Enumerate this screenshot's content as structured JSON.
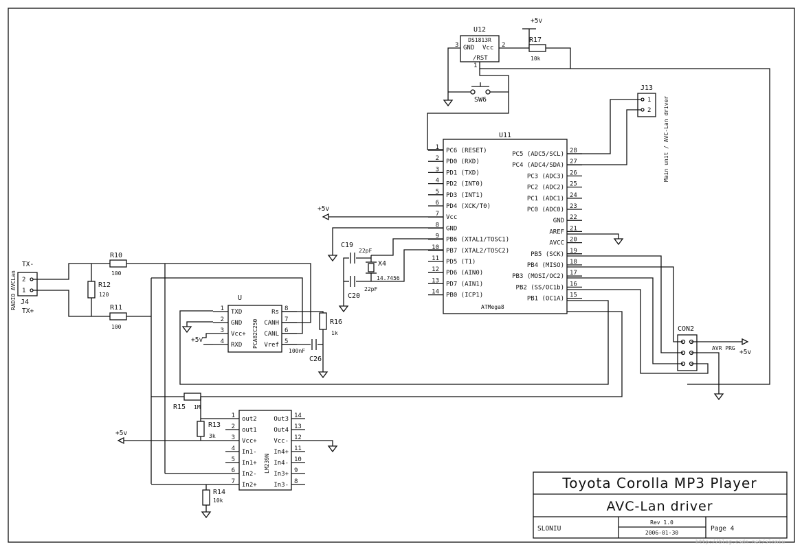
{
  "title_block": {
    "title": "Toyota Corolla MP3 Player",
    "subtitle": "AVC-Lan driver",
    "author": "SLONIU",
    "rev": "Rev 1.0",
    "date": "2006-01-30",
    "page": "Page 4"
  },
  "u11": {
    "ref": "U11",
    "part": "ATMega8",
    "left_pins": [
      {
        "num": "1",
        "name": "PC6 (RESET)"
      },
      {
        "num": "2",
        "name": "PD0 (RXD)"
      },
      {
        "num": "3",
        "name": "PD1 (TXD)"
      },
      {
        "num": "4",
        "name": "PD2 (INT0)"
      },
      {
        "num": "5",
        "name": "PD3 (INT1)"
      },
      {
        "num": "6",
        "name": "PD4 (XCK/T0)"
      },
      {
        "num": "7",
        "name": "Vcc"
      },
      {
        "num": "8",
        "name": "GND"
      },
      {
        "num": "9",
        "name": "PB6 (XTAL1/TOSC1)"
      },
      {
        "num": "10",
        "name": "PB7 (XTAL2/TOSC2)"
      },
      {
        "num": "11",
        "name": "PD5 (T1)"
      },
      {
        "num": "12",
        "name": "PD6 (AIN0)"
      },
      {
        "num": "13",
        "name": "PD7 (AIN1)"
      },
      {
        "num": "14",
        "name": "PB0 (ICP1)"
      }
    ],
    "right_pins": [
      {
        "num": "28",
        "name": "PC5 (ADC5/SCL)"
      },
      {
        "num": "27",
        "name": "PC4 (ADC4/SDA)"
      },
      {
        "num": "26",
        "name": "PC3 (ADC3)"
      },
      {
        "num": "25",
        "name": "PC2 (ADC2)"
      },
      {
        "num": "24",
        "name": "PC1 (ADC1)"
      },
      {
        "num": "23",
        "name": "PC0 (ADC0)"
      },
      {
        "num": "22",
        "name": "GND"
      },
      {
        "num": "21",
        "name": "AREF"
      },
      {
        "num": "20",
        "name": "AVCC"
      },
      {
        "num": "19",
        "name": "PB5 (SCK)"
      },
      {
        "num": "18",
        "name": "PB4 (MISO)"
      },
      {
        "num": "17",
        "name": "PB3 (MOSI/OC2)"
      },
      {
        "num": "16",
        "name": "PB2 (SS/OC1b)"
      },
      {
        "num": "15",
        "name": "PB1 (OC1A)"
      }
    ]
  },
  "u": {
    "ref": "U",
    "part": "PCA82C250",
    "left_pins": [
      {
        "num": "1",
        "name": "TXD"
      },
      {
        "num": "2",
        "name": "GND"
      },
      {
        "num": "3",
        "name": "Vcc+"
      },
      {
        "num": "4",
        "name": "RXD"
      }
    ],
    "right_pins": [
      {
        "num": "8",
        "name": "Rs"
      },
      {
        "num": "7",
        "name": "CANH"
      },
      {
        "num": "6",
        "name": "CANL"
      },
      {
        "num": "5",
        "name": "Vref"
      }
    ]
  },
  "lm": {
    "ref": "",
    "part": "LM239N",
    "left_pins": [
      {
        "num": "1",
        "name": "out2"
      },
      {
        "num": "2",
        "name": "out1"
      },
      {
        "num": "3",
        "name": "Vcc+"
      },
      {
        "num": "4",
        "name": "In1-"
      },
      {
        "num": "5",
        "name": "In1+"
      },
      {
        "num": "6",
        "name": "In2-"
      },
      {
        "num": "7",
        "name": "In2+"
      }
    ],
    "right_pins": [
      {
        "num": "14",
        "name": "Out3"
      },
      {
        "num": "13",
        "name": "Out4"
      },
      {
        "num": "12",
        "name": "Vcc-"
      },
      {
        "num": "11",
        "name": "In4+"
      },
      {
        "num": "10",
        "name": "In4-"
      },
      {
        "num": "9",
        "name": "In3+"
      },
      {
        "num": "8",
        "name": "In3-"
      }
    ]
  },
  "u12": {
    "ref": "U12",
    "part": "DS1813R",
    "pin_gnd": "GND",
    "pin_vcc": "Vcc",
    "pin_rst": "/RST",
    "n1": "1",
    "n2": "2",
    "n3": "3"
  },
  "j13": {
    "ref": "J13",
    "p1": "1",
    "p2": "2",
    "label": "Main unit / AVC-Lan driver"
  },
  "j4": {
    "ref": "J4",
    "p2": "2",
    "p1": "1",
    "label": "RADIO AVCLan",
    "tx_minus": "TX-",
    "tx_plus": "TX+"
  },
  "con2": {
    "ref": "CON2",
    "label": "AVR PRG"
  },
  "parts": {
    "r10": "R10",
    "r10v": "100",
    "r11": "R11",
    "r11v": "100",
    "r12": "R12",
    "r12v": "120",
    "r13": "R13",
    "r13v": "3k",
    "r14": "R14",
    "r14v": "10k",
    "r15": "R15",
    "r15v": "1M",
    "r16": "R16",
    "r16v": "1k",
    "r17": "R17",
    "r17v": "10k",
    "c19": "C19",
    "c19v": "22pF",
    "c20": "C20",
    "c20v": "22pF",
    "c26": "C26",
    "c26v": "100nF",
    "x4": "X4",
    "x4v": "14.7456",
    "sw6": "SW6"
  },
  "power": {
    "vcc": "+5v"
  },
  "watermark": "http://blog.csdn.net/sloniu"
}
